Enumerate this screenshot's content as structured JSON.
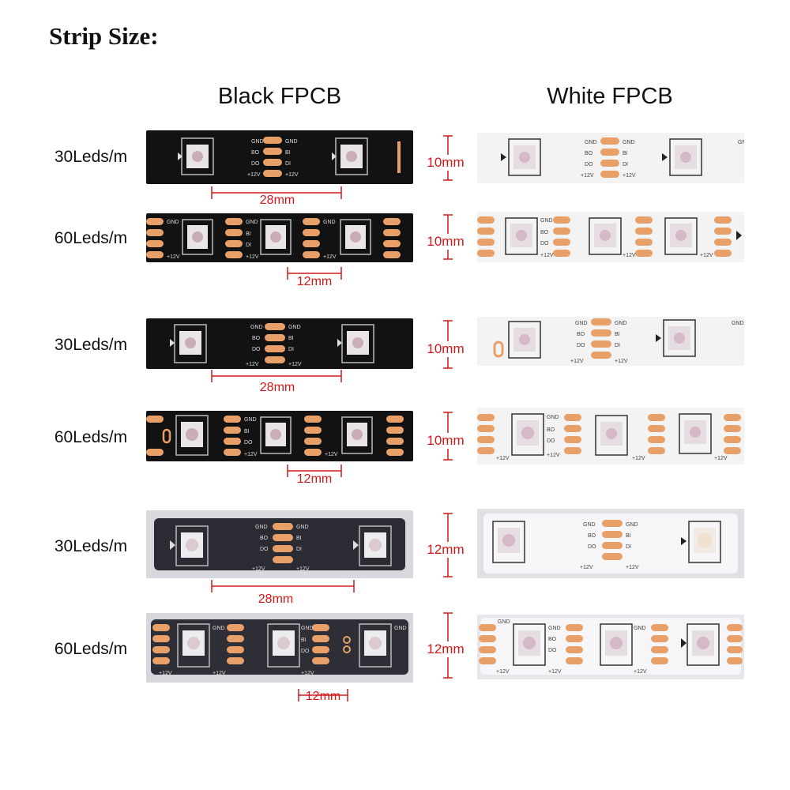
{
  "title": "Strip Size:",
  "columns": {
    "black": "Black FPCB",
    "white": "White FPCB"
  },
  "pad_labels": {
    "gnd": "GND",
    "bo": "BO",
    "bi": "BI",
    "do": "DO",
    "di": "DI",
    "v12": "+12V"
  },
  "rows": [
    {
      "label": "30Leds/m",
      "height": "10mm",
      "spacing": "28mm"
    },
    {
      "label": "60Leds/m",
      "height": "10mm",
      "spacing": "12mm"
    },
    {
      "label": "30Leds/m",
      "height": "10mm",
      "spacing": "28mm"
    },
    {
      "label": "60Leds/m",
      "height": "10mm",
      "spacing": "12mm"
    },
    {
      "label": "30Leds/m",
      "height": "12mm",
      "spacing": "28mm"
    },
    {
      "label": "60Leds/m",
      "height": "12mm",
      "spacing": "12mm"
    }
  ],
  "colors": {
    "black_pcb": "#121212",
    "white_pcb": "#f3f3f3",
    "pad_copper": "#e8a068",
    "dimension_red": "#d21818",
    "silicone_dark": "#2b2b33",
    "silicone_light": "#ecedf0"
  }
}
